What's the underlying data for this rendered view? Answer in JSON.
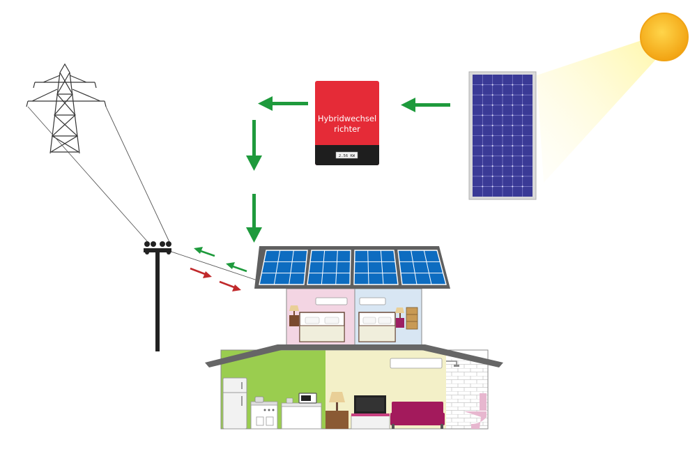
{
  "inverter": {
    "label_line1": "Hybridwechsel",
    "label_line2": "richter",
    "badge": "2.56 KW",
    "color": "#e52b37",
    "base_color": "#1e1e1e"
  },
  "colors": {
    "arrow_green": "#1e9a3c",
    "arrow_red": "#c0292b",
    "sun": "#f6b51b",
    "panel_blue": "#0d6cc0",
    "module_blue": "#3e3e9e",
    "roof_gray": "#5a5a5a",
    "kitchen_green": "#9acd4f",
    "living_cream": "#f3f0c8",
    "bedroom_pink": "#f3d5e3",
    "bedroom_blue": "#d8e6f3"
  },
  "icons": [
    "sun-icon",
    "transmission-tower-icon",
    "utility-pole-icon",
    "solar-module-icon",
    "inverter-icon",
    "house-icon"
  ]
}
